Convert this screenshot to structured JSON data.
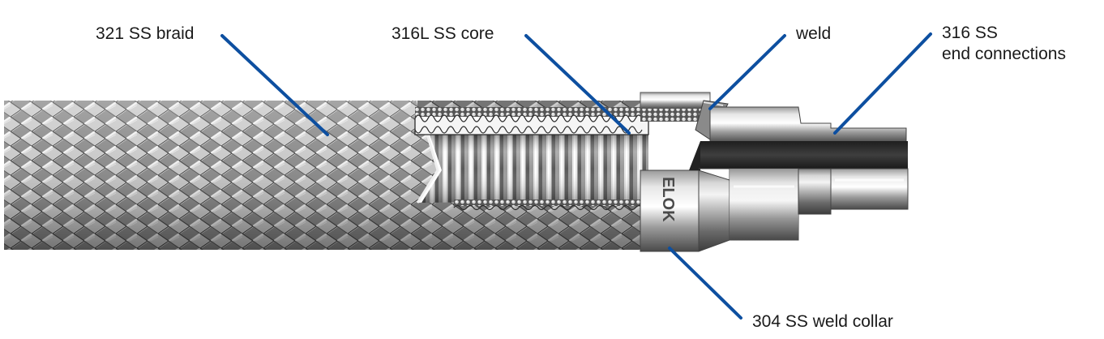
{
  "labels": {
    "braid": "321 SS braid",
    "core": "316L SS core",
    "weld": "weld",
    "end_line1": "316 SS",
    "end_line2": "end connections",
    "collar": "304 SS weld collar"
  },
  "branding": {
    "collar_marking": "ELOK"
  },
  "colors": {
    "leader": "#0d4fa0",
    "text": "#1a1a1a",
    "background": "#ffffff"
  }
}
